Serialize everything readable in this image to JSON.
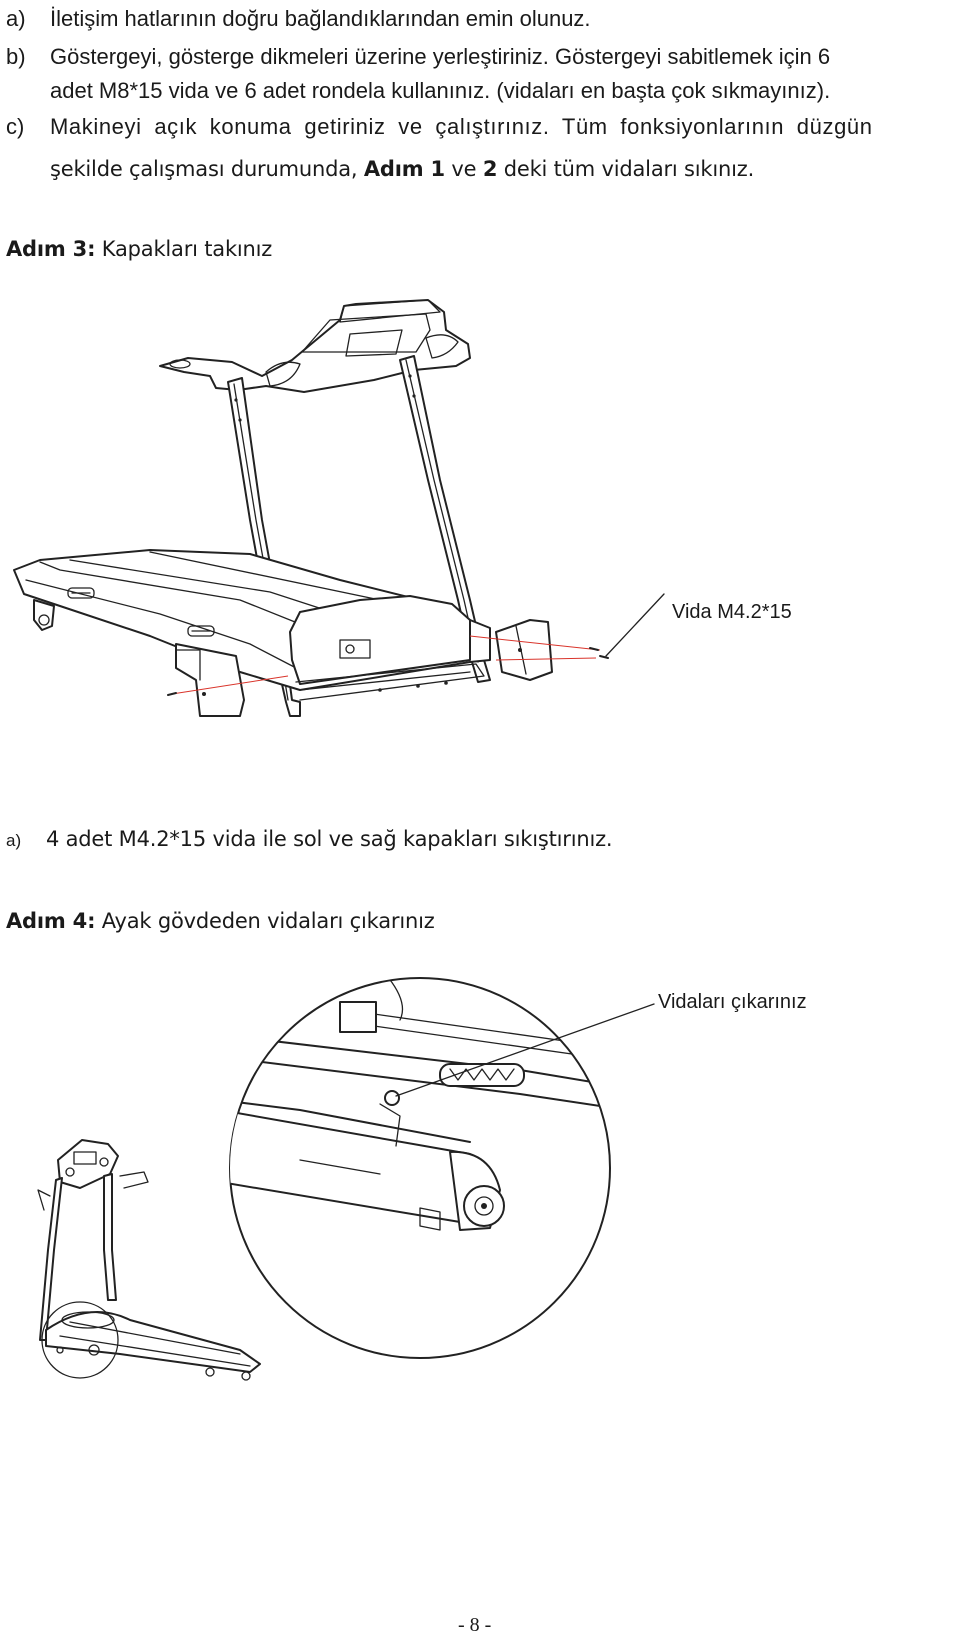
{
  "step2_items": {
    "a": {
      "marker": "a)",
      "text": "İletişim hatlarının doğru bağlandıklarından emin olunuz."
    },
    "b": {
      "marker": "b)",
      "line1": "Göstergeyi, gösterge dikmeleri üzerine yerleştiriniz. Göstergeyi sabitlemek için 6",
      "line2": "adet M8*15 vida ve 6 adet rondela kullanınız. (vidaları en başta çok sıkmayınız)."
    },
    "c": {
      "marker": "c)",
      "line1": "Makineyi açık konuma getiriniz ve çalıştırınız. Tüm fonksiyonlarının düzgün",
      "line2_pre": "şekilde çalışması durumunda, ",
      "line2_bold1": "Adım 1",
      "line2_mid": " ve ",
      "line2_bold2": "2",
      "line2_post": " deki tüm vidaları sıkınız."
    }
  },
  "step3": {
    "heading_bold": "Adım 3:",
    "heading_text": " Kapakları takınız",
    "callout": "Vida M4.2*15",
    "item_a": {
      "marker": "a)",
      "text": "4 adet M4.2*15 vida ile sol ve sağ kapakları sıkıştırınız."
    }
  },
  "step4": {
    "heading_bold": "Adım 4:",
    "heading_text": " Ayak gövdeden vidaları çıkarınız",
    "callout": "Vidaları çıkarınız"
  },
  "footer": {
    "page_number": "- 8 -"
  }
}
